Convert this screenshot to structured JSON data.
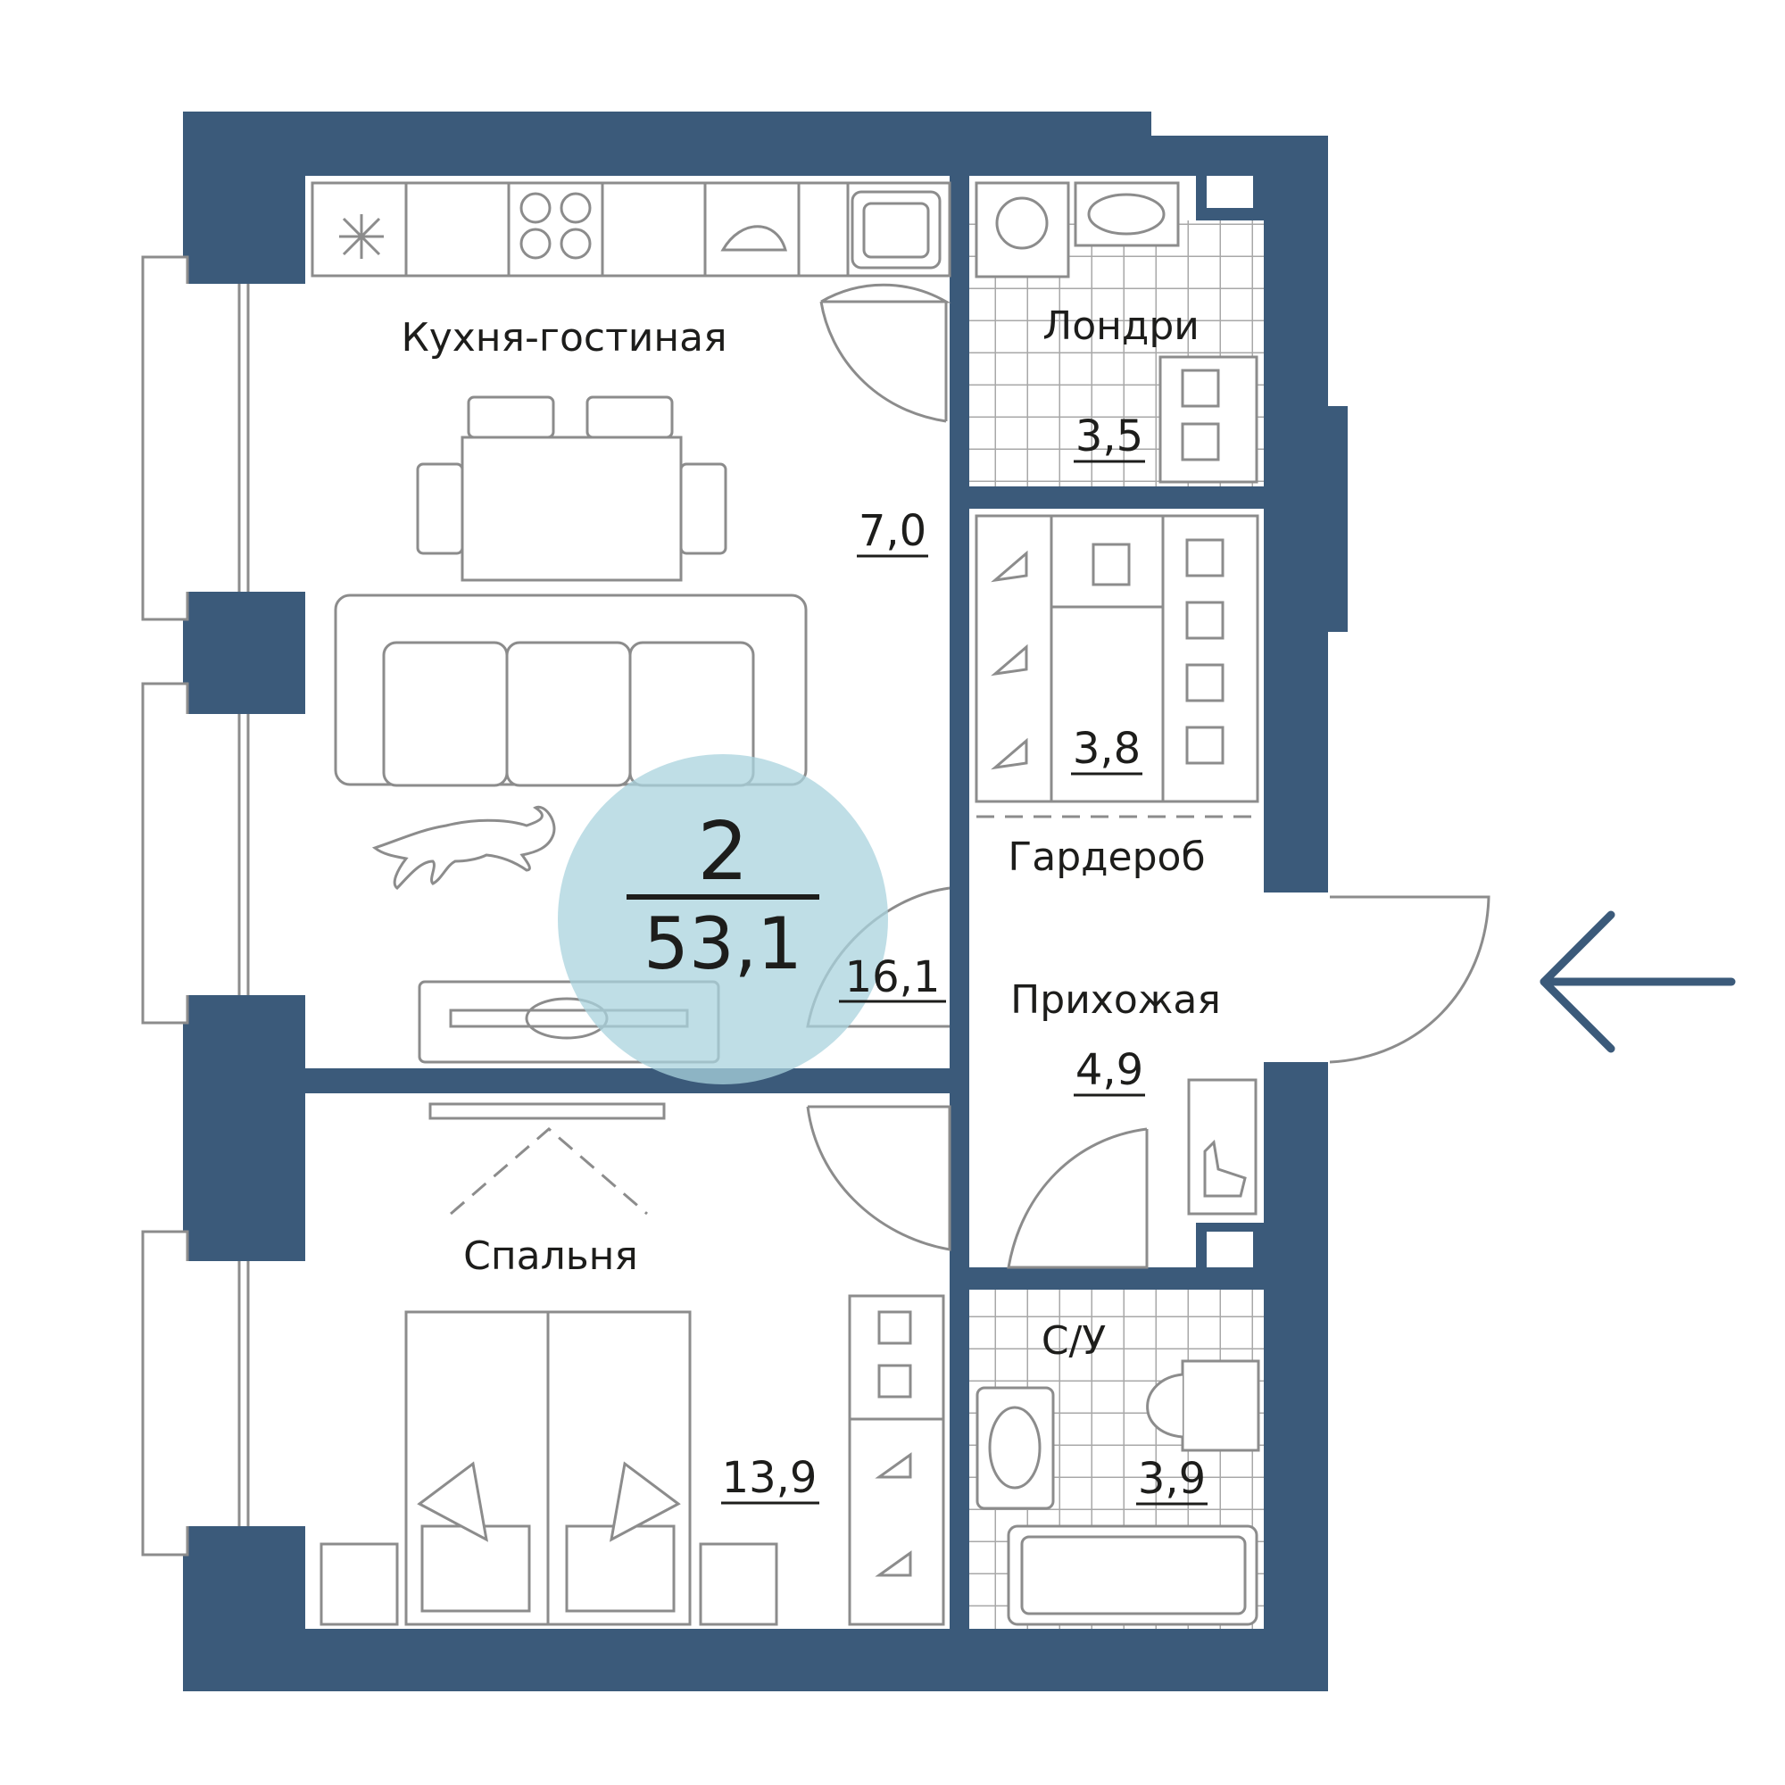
{
  "colors": {
    "wall": "#3b5a7a",
    "floor": "#ffffff",
    "line": "#8c8c8c",
    "tile": "#a8a8a8",
    "text": "#1d1d1b",
    "badge": "#a9d3de",
    "arrow": "#3b5a7a"
  },
  "summary": {
    "rooms": "2",
    "total_area": "53,1"
  },
  "rooms": {
    "kitchen_living": {
      "name": "Кухня-гостиная"
    },
    "kitchen_area": {
      "area": "7,0"
    },
    "living_area": {
      "area": "16,1"
    },
    "laundry": {
      "name": "Лондри",
      "area": "3,5"
    },
    "wardrobe": {
      "name": "Гардероб",
      "area": "3,8"
    },
    "hallway": {
      "name": "Прихожая",
      "area": "4,9"
    },
    "bedroom": {
      "name": "Спальня",
      "area": "13,9"
    },
    "bathroom": {
      "name": "С/У",
      "area": "3,9"
    }
  },
  "entrance": {
    "icon": "arrow-left-icon"
  }
}
